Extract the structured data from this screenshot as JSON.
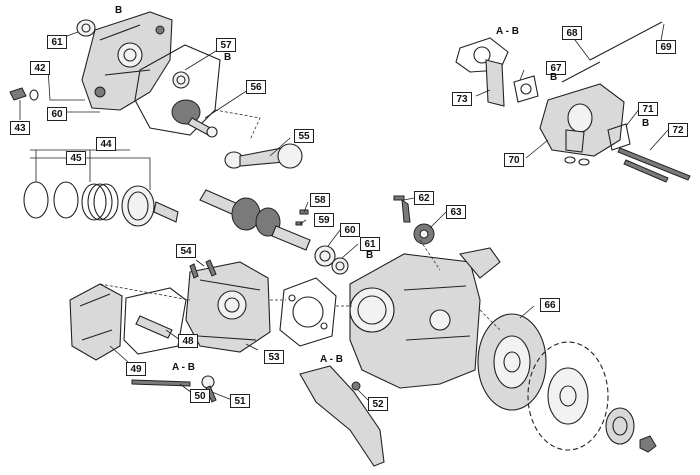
{
  "labels": {
    "p42": "42",
    "p43": "43",
    "p44": "44",
    "p45": "45",
    "p48": "48",
    "p49": "49",
    "p50": "50",
    "p51": "51",
    "p52": "52",
    "p53": "53",
    "p54": "54",
    "p55": "55",
    "p56": "56",
    "p57": "57",
    "p58": "58",
    "p59": "59",
    "p60a": "60",
    "p60b": "60",
    "p61a": "61",
    "p61b": "61",
    "p62": "62",
    "p63": "63",
    "p66": "66",
    "p67": "67",
    "p68": "68",
    "p69": "69",
    "p70": "70",
    "p71": "71",
    "p72": "72",
    "p73": "73"
  },
  "texts": {
    "b1": "B",
    "b2": "B",
    "b3": "B",
    "b4": "B",
    "b5": "B",
    "ab1": "A - B",
    "ab2": "A - B",
    "ab3": "A - B"
  }
}
